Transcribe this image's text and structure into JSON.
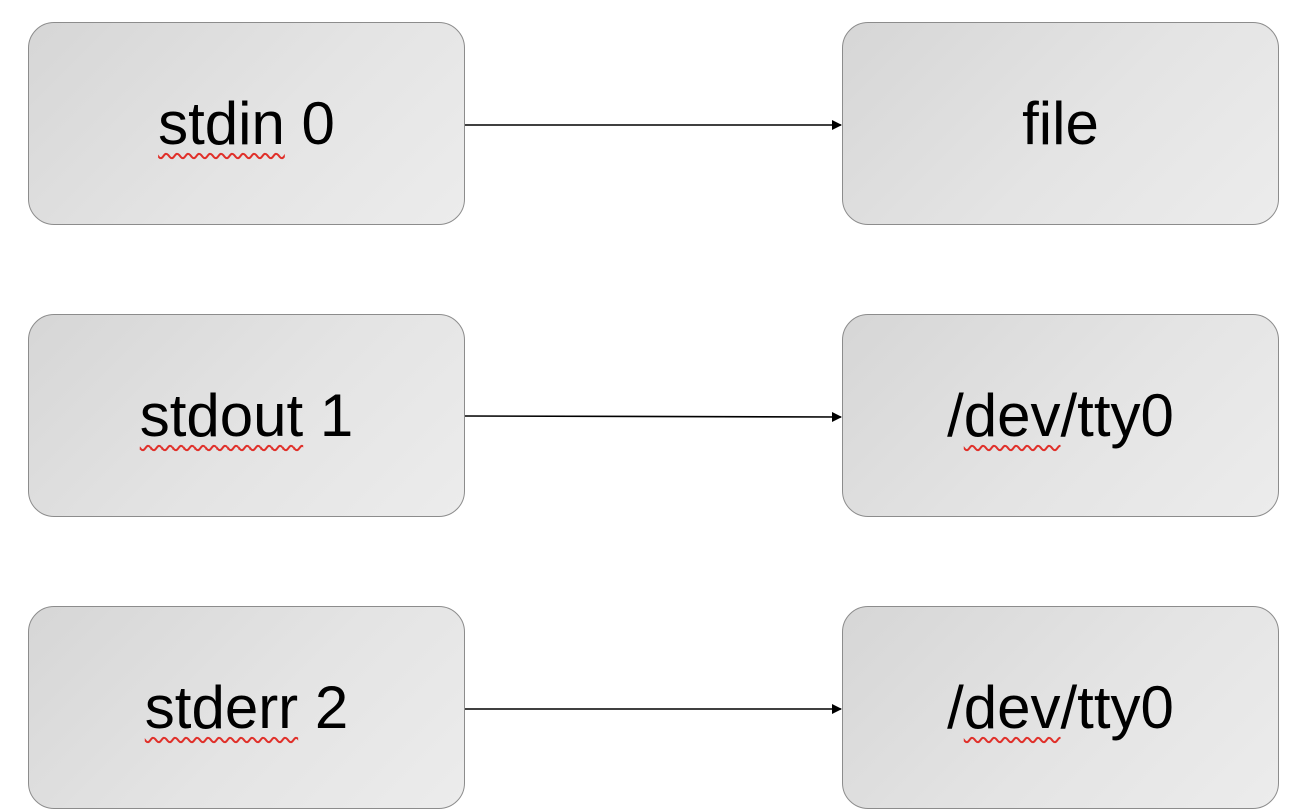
{
  "rows": [
    {
      "source": {
        "word": "stdin",
        "number": "0"
      },
      "target": {
        "before": "",
        "word": "file",
        "after": ""
      }
    },
    {
      "source": {
        "word": "stdout",
        "number": "1"
      },
      "target": {
        "before": "/",
        "word": "dev",
        "after": "/tty0"
      }
    },
    {
      "source": {
        "word": "stderr",
        "number": "2"
      },
      "target": {
        "before": "/",
        "word": "dev",
        "after": "/tty0"
      }
    }
  ],
  "colors": {
    "box_border": "#8c8c8c",
    "box_fill_light": "#ececec",
    "box_fill_dark": "#d6d6d6",
    "arrow": "#000000",
    "spellcheck_underline": "#e0302a"
  }
}
